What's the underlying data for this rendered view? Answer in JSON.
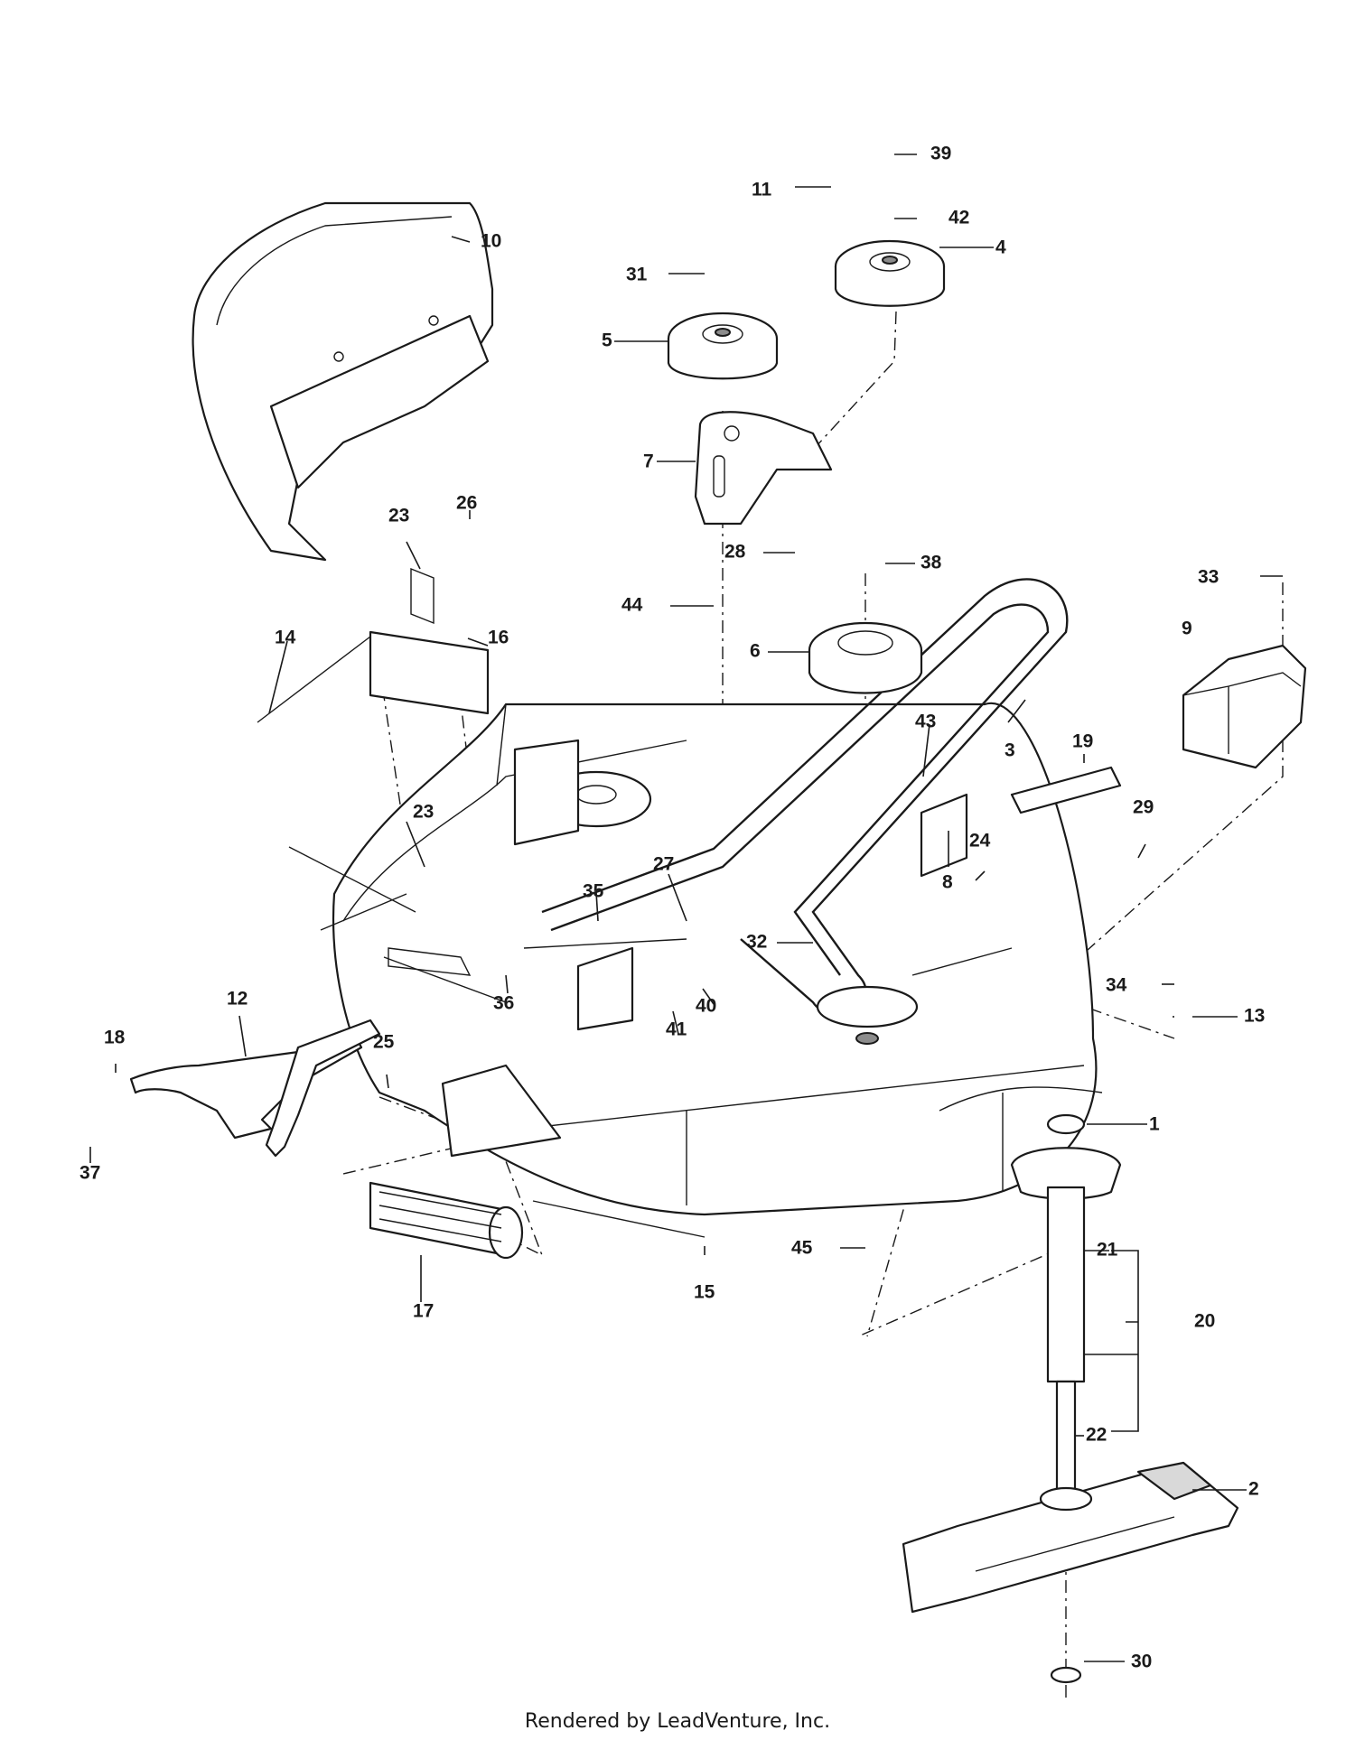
{
  "diagram": {
    "callouts": [
      "1",
      "2",
      "3",
      "4",
      "5",
      "6",
      "7",
      "8",
      "9",
      "10",
      "11",
      "12",
      "13",
      "14",
      "15",
      "16",
      "17",
      "18",
      "19",
      "20",
      "21",
      "22",
      "23",
      "23",
      "24",
      "25",
      "26",
      "27",
      "28",
      "29",
      "30",
      "31",
      "32",
      "33",
      "34",
      "35",
      "36",
      "37",
      "38",
      "39",
      "40",
      "41",
      "42",
      "43",
      "44",
      "45"
    ]
  },
  "footer": "Rendered by LeadVenture, Inc."
}
